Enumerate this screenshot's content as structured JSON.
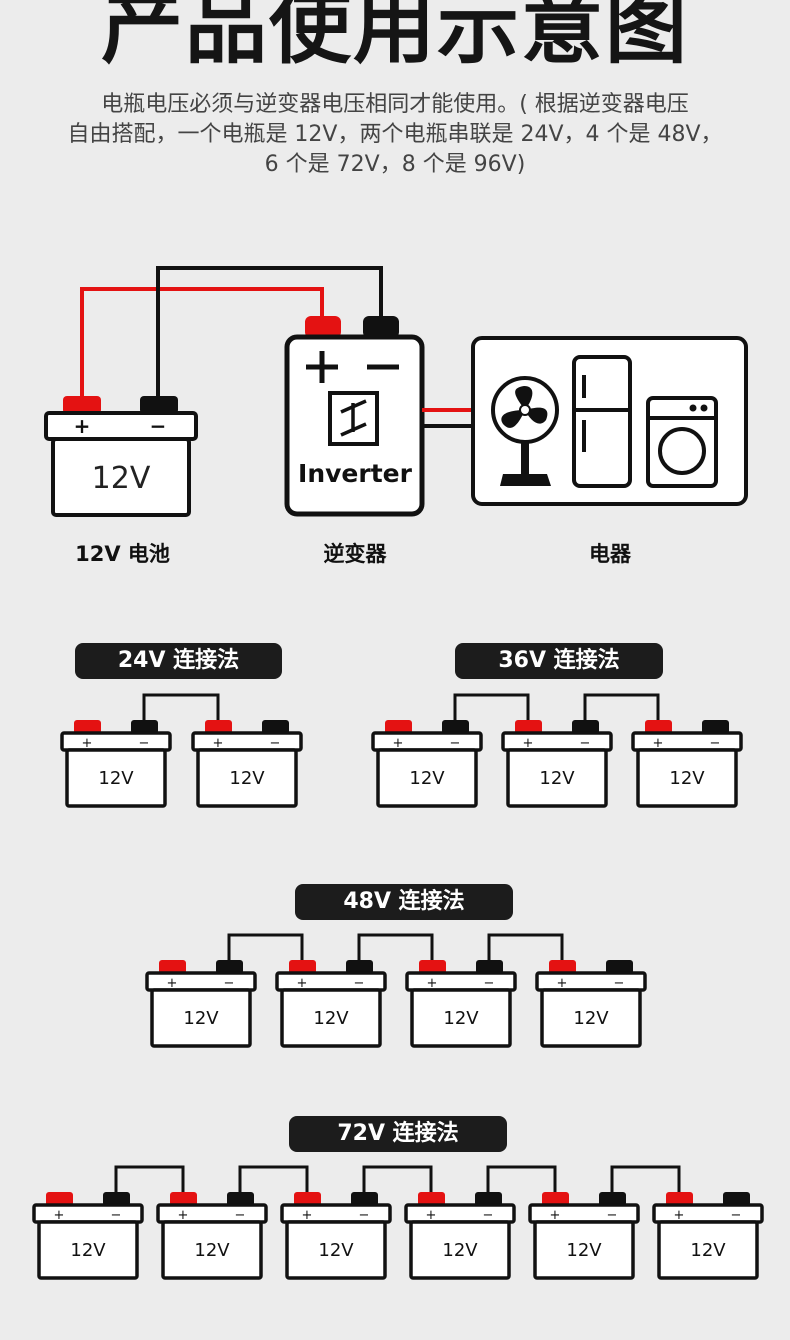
{
  "title": "产品使用示意图",
  "description": [
    "电瓶电压必须与逆变器电压相同才能使用。( 根据逆变器电压",
    "自由搭配，一个电瓶是 12V，两个电瓶串联是 24V，4 个是 48V，",
    "6 个是 72V，8 个是 96V)"
  ],
  "main_diagram": {
    "battery_label": "12V",
    "plus": "+",
    "minus": "−",
    "inverter_label": "Inverter",
    "captions": {
      "battery": "12V 电池",
      "inverter": "逆变器",
      "appliances": "电器"
    }
  },
  "connections": [
    {
      "label": "24V 连接法",
      "count": 2
    },
    {
      "label": "36V 连接法",
      "count": 3
    },
    {
      "label": "48V 连接法",
      "count": 4
    },
    {
      "label": "72V 连接法",
      "count": 6
    }
  ],
  "colors": {
    "positive": "#e41212",
    "negative": "#111111",
    "background": "#ececec"
  }
}
